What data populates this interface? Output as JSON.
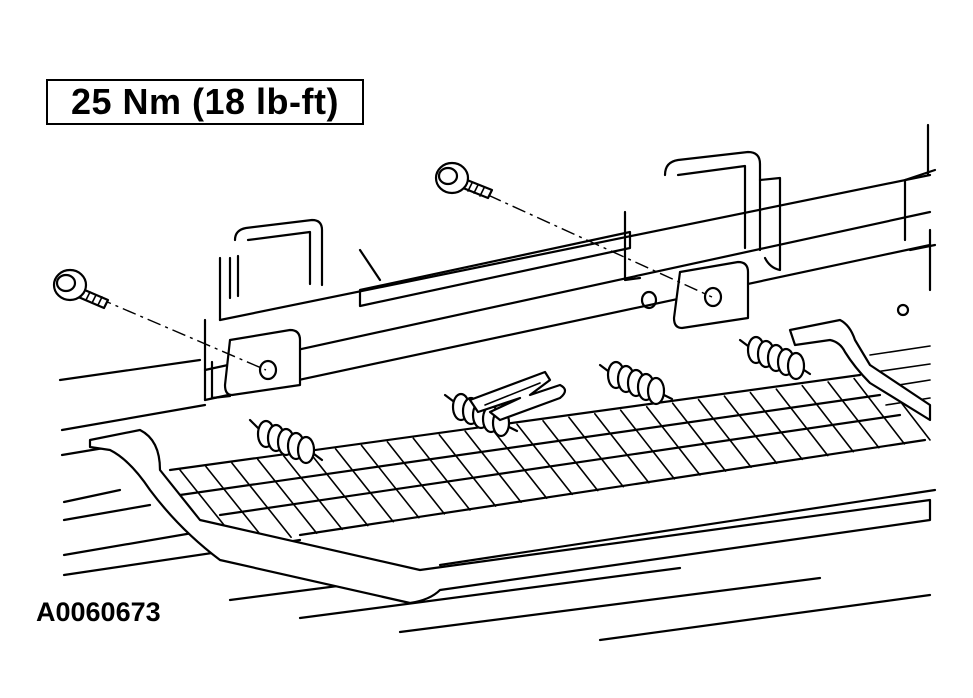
{
  "labels": {
    "torque": "25 Nm (18 lb-ft)",
    "figure_id": "A0060673"
  },
  "colors": {
    "ink": "#000000",
    "paper": "#ffffff"
  },
  "parts": {
    "bolt_count": 2,
    "spring_count": 4,
    "grid_rungs": 28
  }
}
